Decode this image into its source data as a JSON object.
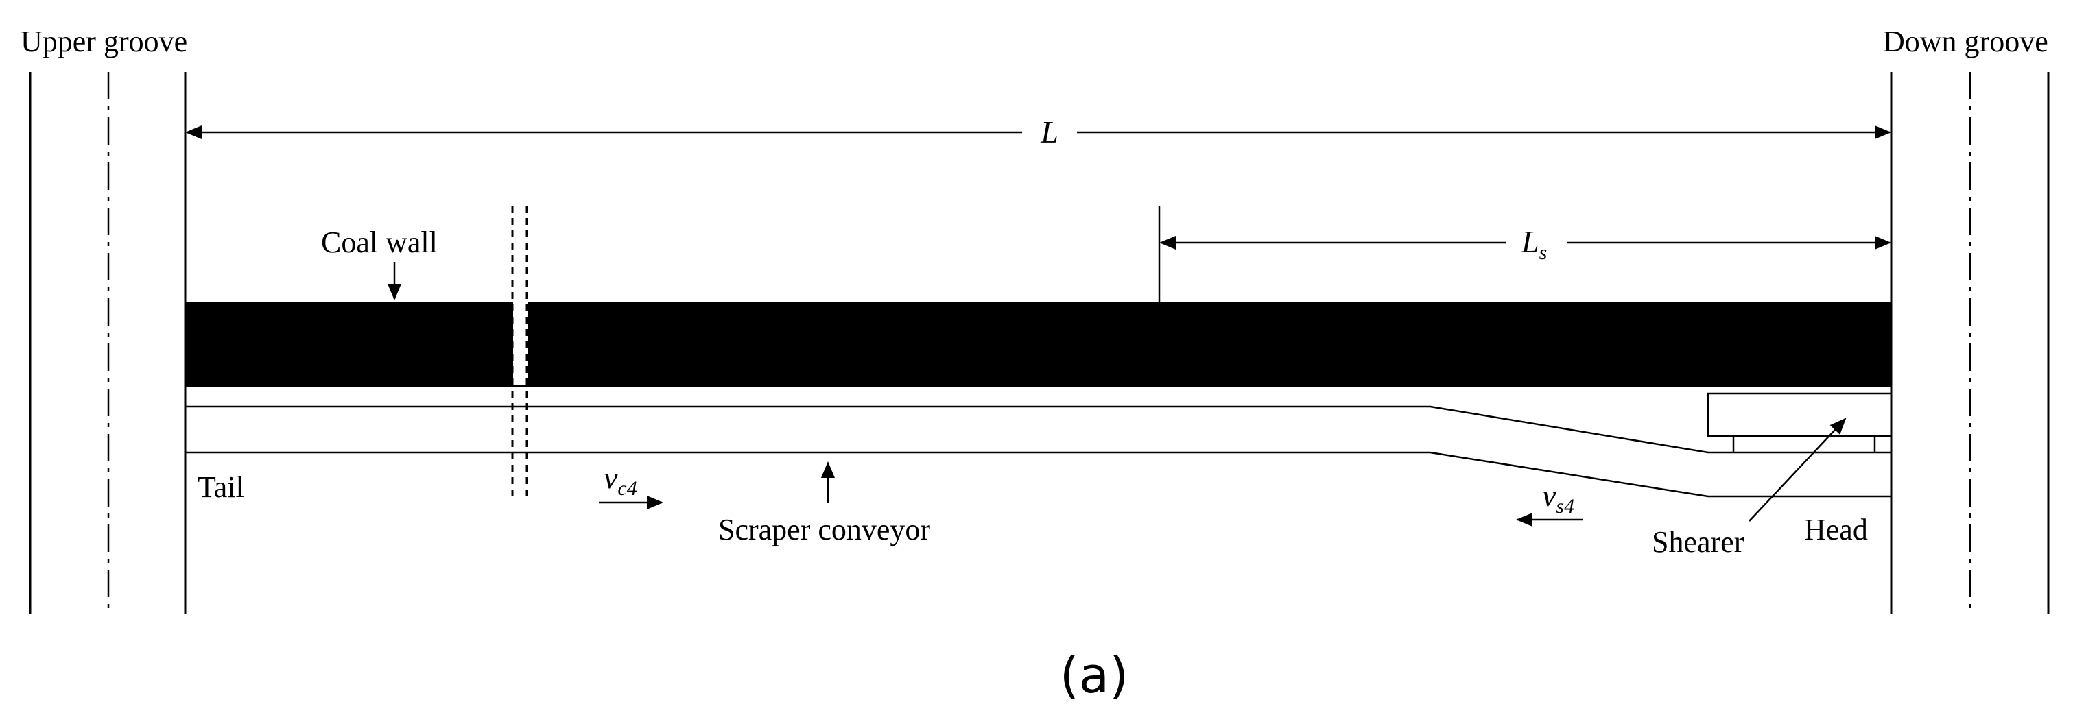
{
  "labels": {
    "upper_groove": "Upper groove",
    "down_groove": "Down groove",
    "length_total": "L",
    "length_shearer": "L",
    "length_shearer_sub": "s",
    "coal_wall": "Coal wall",
    "tail": "Tail",
    "scraper_conveyor": "Scraper conveyor",
    "velocity_conveyor": "v",
    "velocity_conveyor_sub": "c4",
    "velocity_shearer": "v",
    "velocity_shearer_sub": "s4",
    "shearer": "Shearer",
    "head": "Head",
    "caption": "(a)"
  },
  "colors": {
    "line": "#000000",
    "coal_wall_fill": "#000000",
    "background": "#ffffff"
  }
}
